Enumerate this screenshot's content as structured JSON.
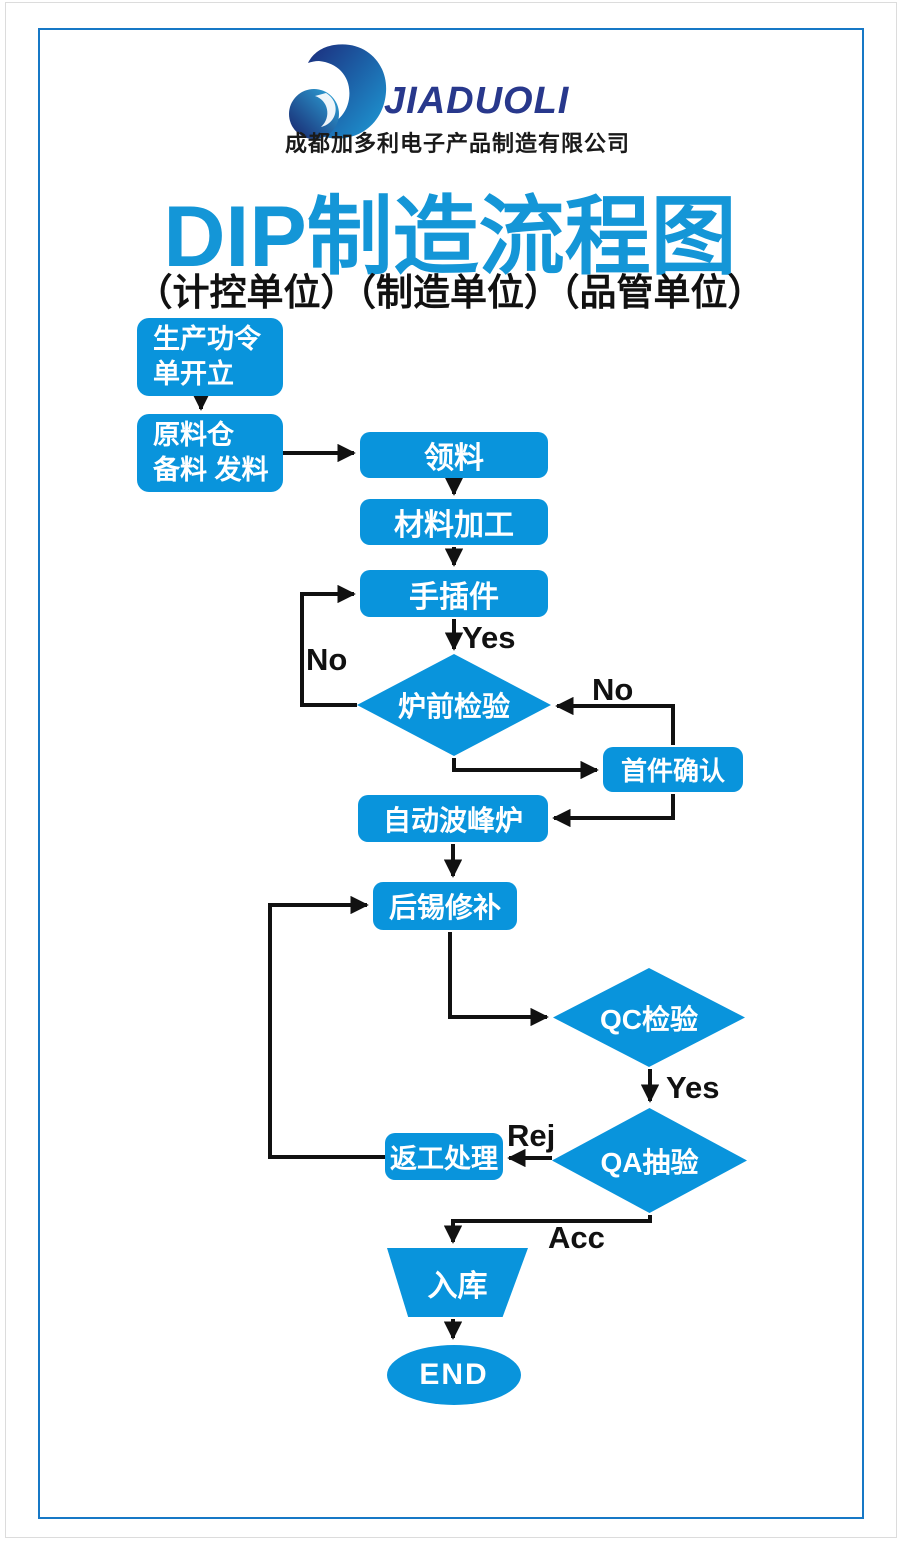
{
  "logo": {
    "brand": "JIADUOLI",
    "company": "成都加多利电子产品制造有限公司"
  },
  "header": {
    "title": "DIP制造流程图",
    "subtitle": "（计控单位）（制造单位）（品管单位）"
  },
  "colors": {
    "node_fill": "#0994DC",
    "title_blue": "#1496D7",
    "brand_navy": "#28388C",
    "frame_blue": "#1778C6",
    "connector_black": "#111111",
    "node_text": "#FFFFFF"
  },
  "flowchart": {
    "nodes": {
      "work_order": {
        "label": "生产功令\n单开立",
        "shape": "rounded-rect"
      },
      "raw_material": {
        "label": "原料仓\n备料 发料",
        "shape": "rounded-rect"
      },
      "pick_material": {
        "label": "领料",
        "shape": "rounded-rect"
      },
      "material_processing": {
        "label": "材料加工",
        "shape": "rounded-rect"
      },
      "hand_insert": {
        "label": "手插件",
        "shape": "rounded-rect"
      },
      "pre_oven_inspection": {
        "label": "炉前检验",
        "shape": "diamond"
      },
      "first_article": {
        "label": "首件确认",
        "shape": "rounded-rect"
      },
      "wave_solder": {
        "label": "自动波峰炉",
        "shape": "rounded-rect"
      },
      "touch_up": {
        "label": "后锡修补",
        "shape": "rounded-rect"
      },
      "qc_inspection": {
        "label": "QC检验",
        "shape": "diamond"
      },
      "qa_sampling": {
        "label": "QA抽验",
        "shape": "diamond"
      },
      "rework": {
        "label": "返工处理",
        "shape": "rounded-rect"
      },
      "warehouse": {
        "label": "入库",
        "shape": "trapezoid"
      },
      "end": {
        "label": "END",
        "shape": "ellipse"
      }
    },
    "edge_labels": {
      "yes_to_pre_oven": "Yes",
      "no_to_hand_insert": "No",
      "no_first_article_to_pre_oven": "No",
      "yes_qc_to_qa": "Yes",
      "rej_to_rework": "Rej",
      "acc_to_warehouse": "Acc"
    },
    "edges": [
      {
        "from": "生产功令单开立",
        "to": "原料仓备料发料",
        "label": ""
      },
      {
        "from": "原料仓备料发料",
        "to": "领料",
        "label": ""
      },
      {
        "from": "领料",
        "to": "材料加工",
        "label": ""
      },
      {
        "from": "材料加工",
        "to": "手插件",
        "label": ""
      },
      {
        "from": "手插件",
        "to": "炉前检验",
        "label": "Yes"
      },
      {
        "from": "炉前检验",
        "to": "手插件",
        "label": "No"
      },
      {
        "from": "炉前检验",
        "to": "首件确认",
        "label": ""
      },
      {
        "from": "首件确认",
        "to": "炉前检验",
        "label": "No"
      },
      {
        "from": "首件确认",
        "to": "自动波峰炉",
        "label": ""
      },
      {
        "from": "自动波峰炉",
        "to": "后锡修补",
        "label": ""
      },
      {
        "from": "后锡修补",
        "to": "QC检验",
        "label": ""
      },
      {
        "from": "QC检验",
        "to": "QA抽验",
        "label": "Yes"
      },
      {
        "from": "QA抽验",
        "to": "返工处理",
        "label": "Rej"
      },
      {
        "from": "返工处理",
        "to": "后锡修补",
        "label": ""
      },
      {
        "from": "QA抽验",
        "to": "入库",
        "label": "Acc"
      },
      {
        "from": "入库",
        "to": "END",
        "label": ""
      }
    ]
  }
}
